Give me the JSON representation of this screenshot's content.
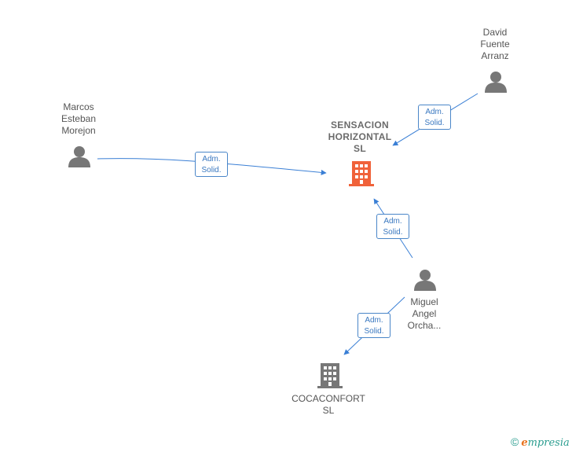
{
  "nodes": {
    "main": {
      "lines": [
        "SENSACION",
        "HORIZONTAL",
        "SL"
      ],
      "color": "#f0623a"
    },
    "marcos": {
      "lines": [
        "Marcos",
        "Esteban",
        "Morejon"
      ]
    },
    "david": {
      "lines": [
        "David",
        "Fuente",
        "Arranz"
      ]
    },
    "miguel": {
      "lines": [
        "Miguel",
        "Angel",
        "Orcha..."
      ]
    },
    "coca": {
      "lines": [
        "COCACONFORT",
        "SL"
      ]
    }
  },
  "edges": {
    "marcos_main": [
      "Adm.",
      "Solid."
    ],
    "david_main": [
      "Adm.",
      "Solid."
    ],
    "miguel_main": [
      "Adm.",
      "Solid."
    ],
    "miguel_coca": [
      "Adm.",
      "Solid."
    ]
  },
  "colors": {
    "edge": "#3a7fd5",
    "person": "#777777",
    "company": "#777777"
  },
  "brand": {
    "copyright": "©",
    "initial": "e",
    "rest": "mpresia"
  }
}
